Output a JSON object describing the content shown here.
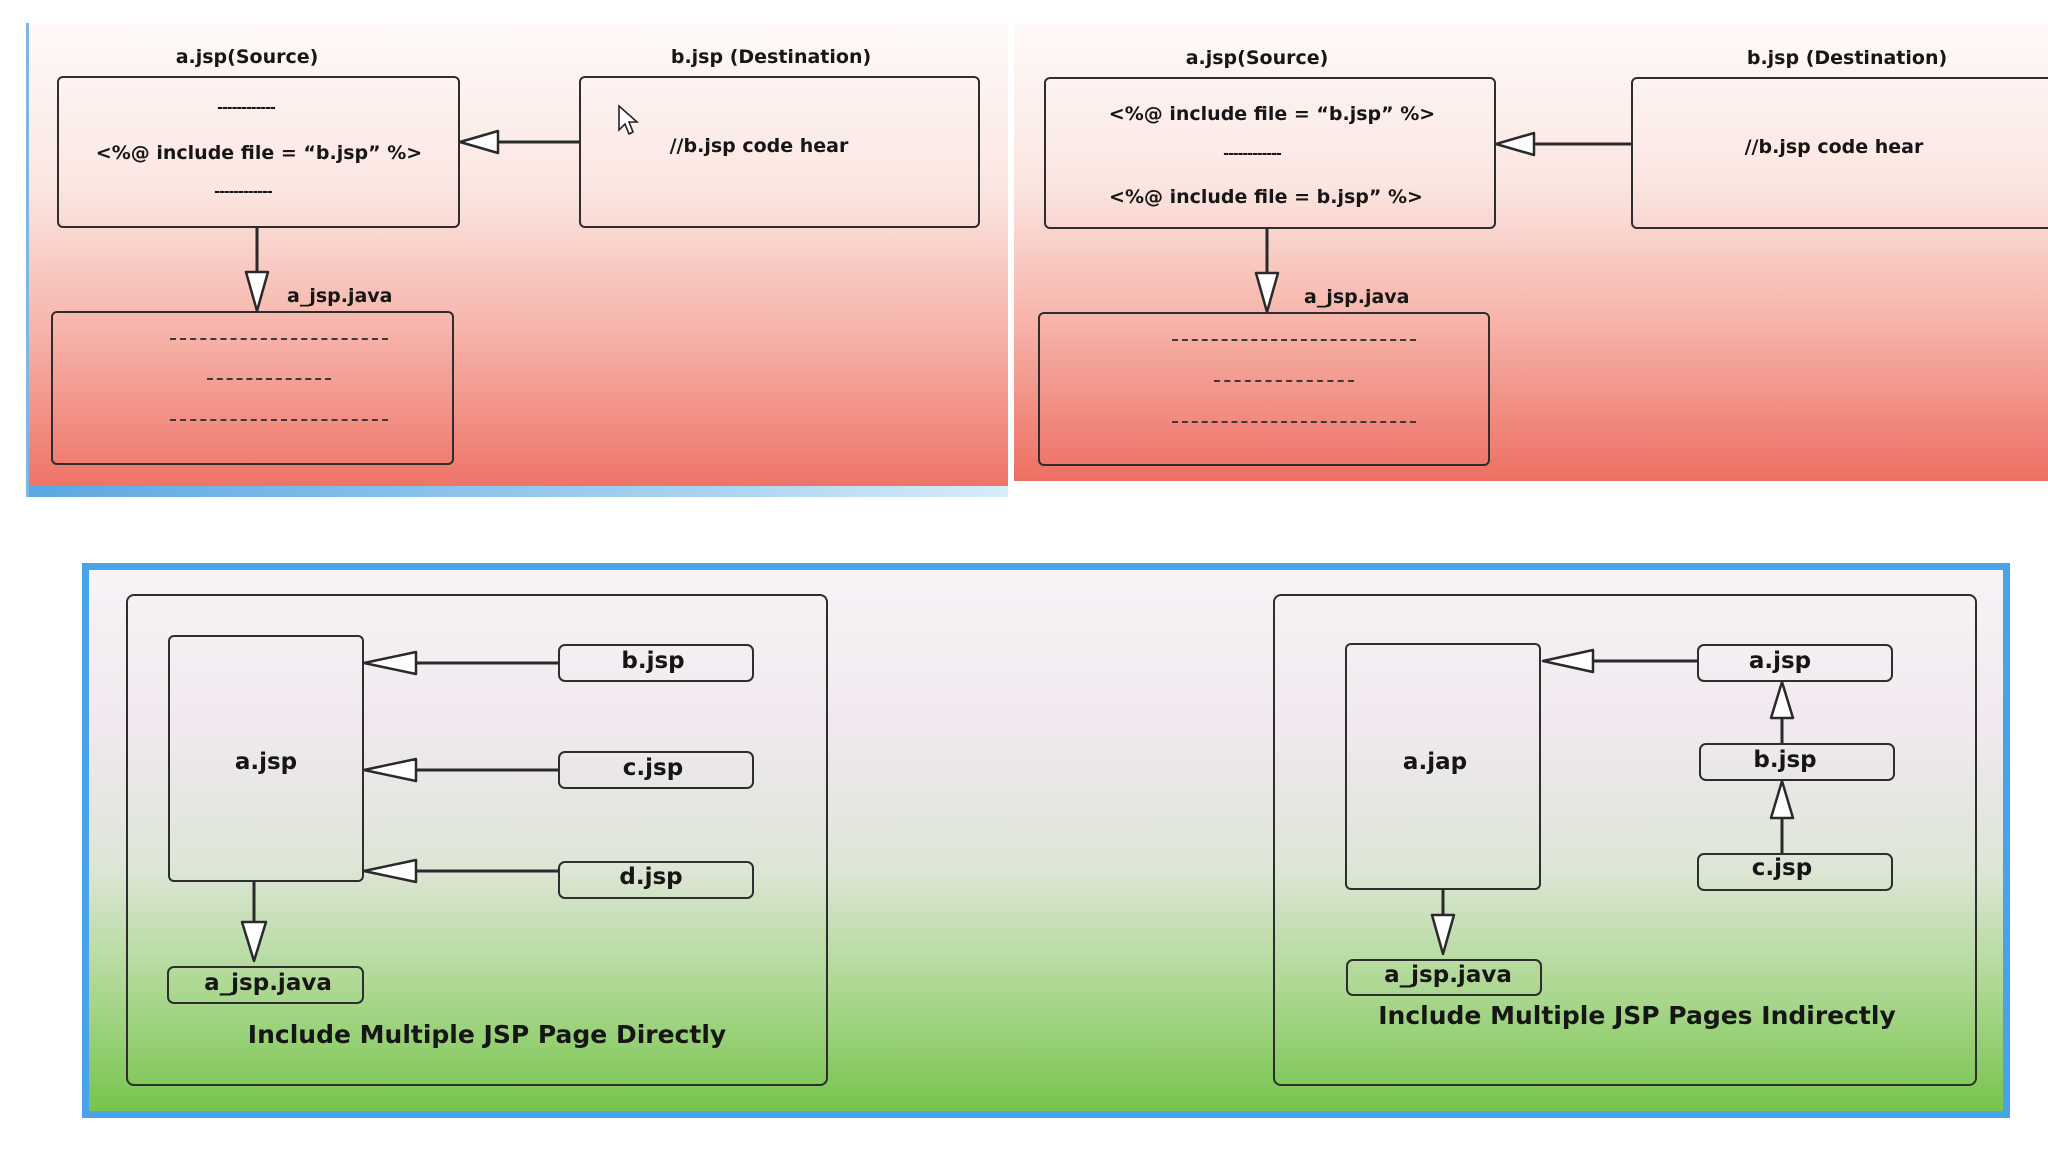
{
  "top_left": {
    "source_label": "a.jsp(Source)",
    "dest_label": "b.jsp (Destination)",
    "source_code": {
      "dash_top": "------------",
      "directive": "<%@ include file = “b.jsp” %>",
      "dash_bottom": "------------"
    },
    "dest_code": "//b.jsp code hear",
    "java_label": "a_jsp.java",
    "java_lines": [
      "-------------------------",
      "------------",
      "-------------------------"
    ]
  },
  "top_right": {
    "source_label": "a.jsp(Source)",
    "dest_label": "b.jsp (Destination)",
    "source_code": {
      "directive_1": "<%@ include file = “b.jsp” %>",
      "dash_middle": "------------",
      "directive_2": "<%@ include file = b.jsp” %>"
    },
    "dest_code": "//b.jsp code hear",
    "java_label": "a_jsp.java",
    "java_lines": [
      "-------------------------",
      "------------",
      "-------------------------"
    ]
  },
  "bottom_left": {
    "main_page": "a.jsp",
    "included_pages": [
      "b.jsp",
      "c.jsp",
      "d.jsp"
    ],
    "java_file": "a_jsp.java",
    "caption": "Include Multiple JSP Page Directly"
  },
  "bottom_right": {
    "main_page": "a.jap",
    "chain_pages": [
      "a.jsp",
      "b.jsp",
      "c.jsp"
    ],
    "java_file": "a_jsp.java",
    "caption": "Include Multiple JSP Pages Indirectly"
  }
}
